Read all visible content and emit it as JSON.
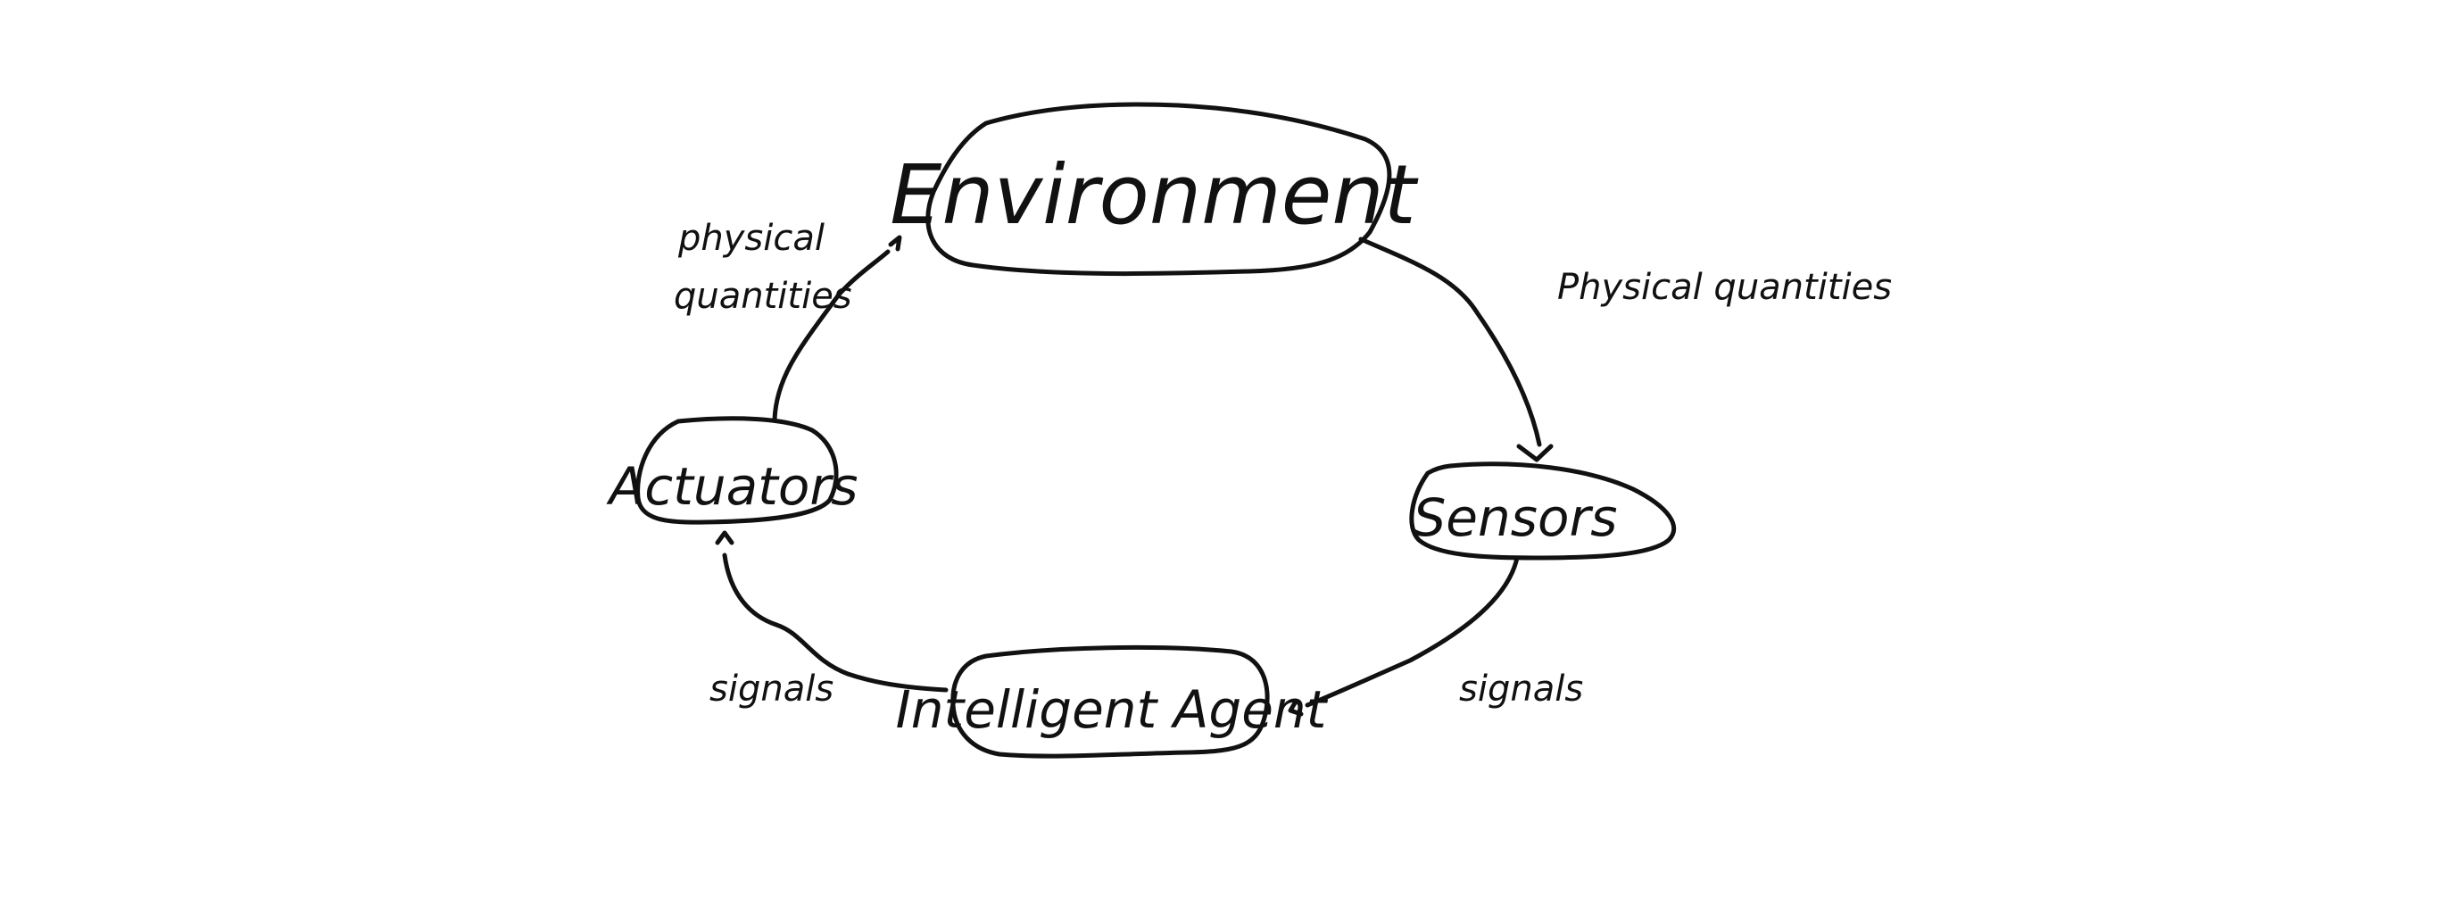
{
  "nodes": {
    "environment": "Environment",
    "sensors": "Sensors",
    "agent": "Intelligent Agent",
    "actuators": "Actuators"
  },
  "edges": {
    "environment_to_sensors": "Physical quantities",
    "sensors_to_agent": "signals",
    "agent_to_actuators": "signals",
    "actuators_to_environment_line1": "physical",
    "actuators_to_environment_line2": "quantities"
  },
  "colors": {
    "ink": "#111111",
    "background": "#ffffff"
  }
}
